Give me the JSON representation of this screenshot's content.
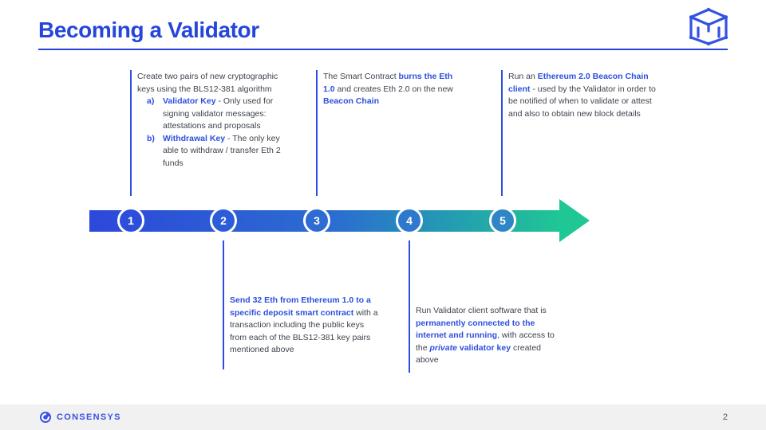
{
  "header": {
    "title": "Becoming a Validator"
  },
  "palette": {
    "accent_blue": "#2d4fdd",
    "title_blue": "#2546db",
    "bar_gradient_start": "#2d48da",
    "bar_gradient_end": "#1fc795",
    "circle_fills": [
      "#2d4edb",
      "#2d5cd8",
      "#2e6bd3",
      "#2e79cd",
      "#2f86c6"
    ],
    "body_text": "#3d434c",
    "footer_bg": "#f1f1f2"
  },
  "icons": {
    "header_icon": "blockchain-cube-icon",
    "brand_icon": "consensys-spiral-icon"
  },
  "timeline": {
    "steps": [
      {
        "number": "1",
        "side": "above",
        "intro": [
          {
            "t": "Create two pairs of new cryptographic keys using the BLS12-381 algorithm"
          }
        ],
        "items": [
          {
            "label": "a)",
            "segments": [
              {
                "t": "Validator Key",
                "s": "accent"
              },
              {
                "t": " - Only used for signing validator messages: attestations and proposals"
              }
            ]
          },
          {
            "label": "b)",
            "segments": [
              {
                "t": "Withdrawal Key",
                "s": "accent"
              },
              {
                "t": " - The only key able to withdraw / transfer Eth 2 funds"
              }
            ]
          }
        ]
      },
      {
        "number": "2",
        "side": "below",
        "segments": [
          {
            "t": "Send 32 Eth from Ethereum 1.0 to a specific deposit smart contract",
            "s": "accent"
          },
          {
            "t": " with a transaction including the public keys from each of the BLS12-381 key pairs mentioned above"
          }
        ]
      },
      {
        "number": "3",
        "side": "above",
        "segments": [
          {
            "t": "The Smart Contract "
          },
          {
            "t": "burns the Eth 1.0",
            "s": "accent"
          },
          {
            "t": " and creates Eth 2.0 on the new "
          },
          {
            "t": "Beacon Chain",
            "s": "accent"
          }
        ]
      },
      {
        "number": "4",
        "side": "below",
        "segments": [
          {
            "t": "Run Validator client software that is "
          },
          {
            "t": "permanently connected to the internet and running",
            "s": "accent"
          },
          {
            "t": ", with access to the "
          },
          {
            "t": "private",
            "s": "accent-italic"
          },
          {
            "t": " validator key",
            "s": "accent"
          },
          {
            "t": " created above"
          }
        ]
      },
      {
        "number": "5",
        "side": "above",
        "segments": [
          {
            "t": "Run an "
          },
          {
            "t": "Ethereum 2.0 Beacon Chain client",
            "s": "accent"
          },
          {
            "t": " - used by the Validator in order to be notified of when to validate or attest and also to obtain new block details"
          }
        ]
      }
    ]
  },
  "footer": {
    "brand": "CONSENSYS",
    "page_number": "2"
  }
}
